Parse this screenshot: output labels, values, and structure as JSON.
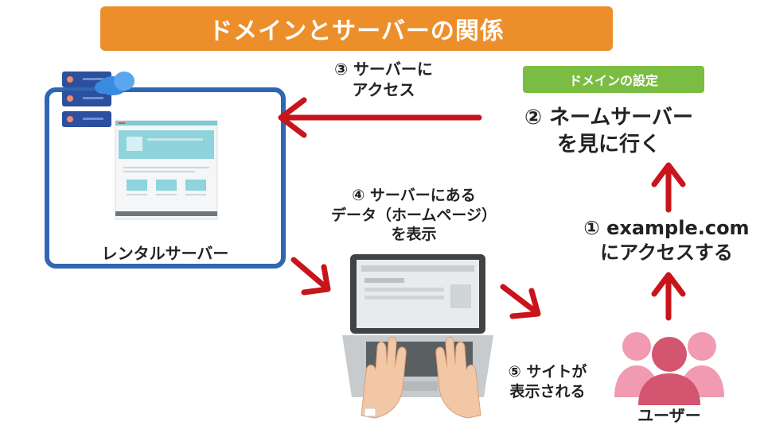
{
  "title": "ドメインとサーバーの関係",
  "badge": "ドメインの設定",
  "server": {
    "label": "レンタルサーバー"
  },
  "user": {
    "label": "ユーザー"
  },
  "steps": {
    "s1": [
      "① example.com",
      "にアクセスする"
    ],
    "s2": [
      "② ネームサーバー",
      "を見に行く"
    ],
    "s3": [
      "③ サーバーに",
      "アクセス"
    ],
    "s4": [
      "④ サーバーにある",
      "データ（ホームページ）",
      "を表示"
    ],
    "s5": [
      "⑤ サイトが",
      "表示される"
    ]
  },
  "colors": {
    "title_bg": "#ec8f2b",
    "badge_bg": "#7bbd42",
    "server_border": "#2f67b3",
    "arrow": "#c8141b",
    "user": "#e87a95"
  }
}
